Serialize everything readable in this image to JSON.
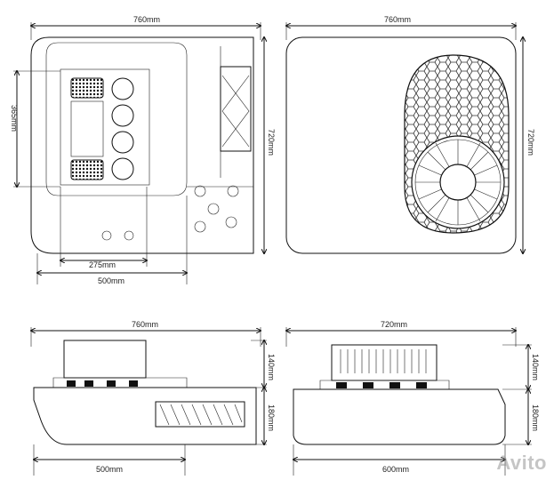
{
  "top_left": {
    "width_label": "760mm",
    "height_label": "720mm",
    "inner_height_label": "365mm",
    "inner_width_label": "275mm",
    "lower_width_label": "500mm"
  },
  "top_right": {
    "width_label": "760mm",
    "height_label": "720mm"
  },
  "bottom_left": {
    "width_label": "760mm",
    "upper_height_label": "140mm",
    "lower_height_label": "180mm",
    "bottom_width_label": "500mm"
  },
  "bottom_right": {
    "width_label": "720mm",
    "upper_height_label": "140mm",
    "lower_height_label": "180mm",
    "bottom_width_label": "600mm"
  },
  "watermark": "Avito"
}
